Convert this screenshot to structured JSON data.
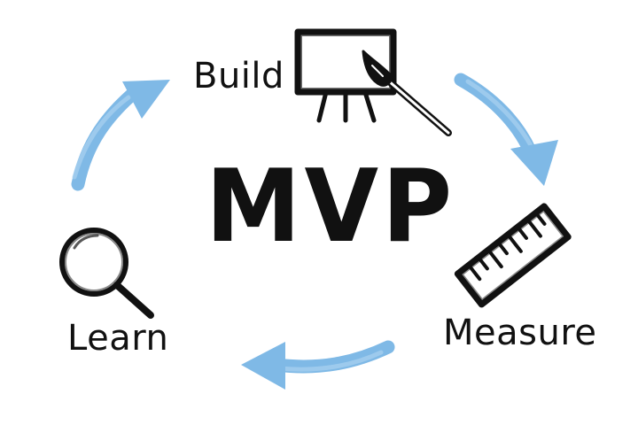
{
  "diagram": {
    "center": "MVP",
    "steps": [
      {
        "label": "Build",
        "icon": "easel-paintbrush-icon"
      },
      {
        "label": "Measure",
        "icon": "ruler-icon"
      },
      {
        "label": "Learn",
        "icon": "magnifying-glass-icon"
      }
    ],
    "arrow_color": "#7fb9e6",
    "ink_color": "#111111"
  }
}
